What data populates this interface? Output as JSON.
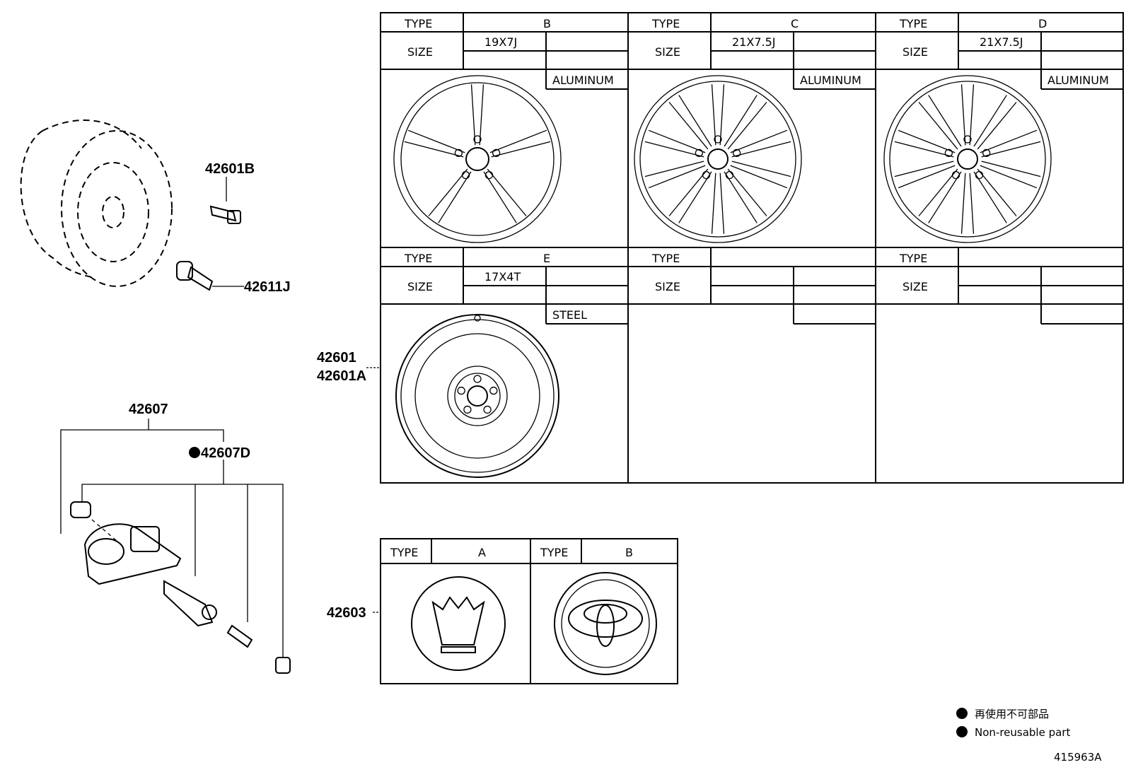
{
  "callouts": {
    "p42601B": "42601B",
    "p42611J": "42611J",
    "p42607": "42607",
    "p42607D": "42607D",
    "p42601": "42601",
    "p42601A": "42601A",
    "p42603": "42603"
  },
  "wheel_table": {
    "type_label": "TYPE",
    "size_label": "SIZE",
    "cells": [
      {
        "type": "B",
        "size": "19X7J",
        "material": "ALUMINUM"
      },
      {
        "type": "C",
        "size": "21X7.5J",
        "material": "ALUMINUM"
      },
      {
        "type": "D",
        "size": "21X7.5J",
        "material": "ALUMINUM"
      },
      {
        "type": "E",
        "size": "17X4T",
        "material": "STEEL"
      },
      {
        "type": "",
        "size": "",
        "material": ""
      },
      {
        "type": "",
        "size": "",
        "material": ""
      }
    ]
  },
  "cap_table": {
    "type_label": "TYPE",
    "cells": [
      {
        "type": "A"
      },
      {
        "type": "B"
      }
    ]
  },
  "legend": {
    "jp": "再使用不可部品",
    "en": "Non-reusable part"
  },
  "figure_id": "415963A"
}
